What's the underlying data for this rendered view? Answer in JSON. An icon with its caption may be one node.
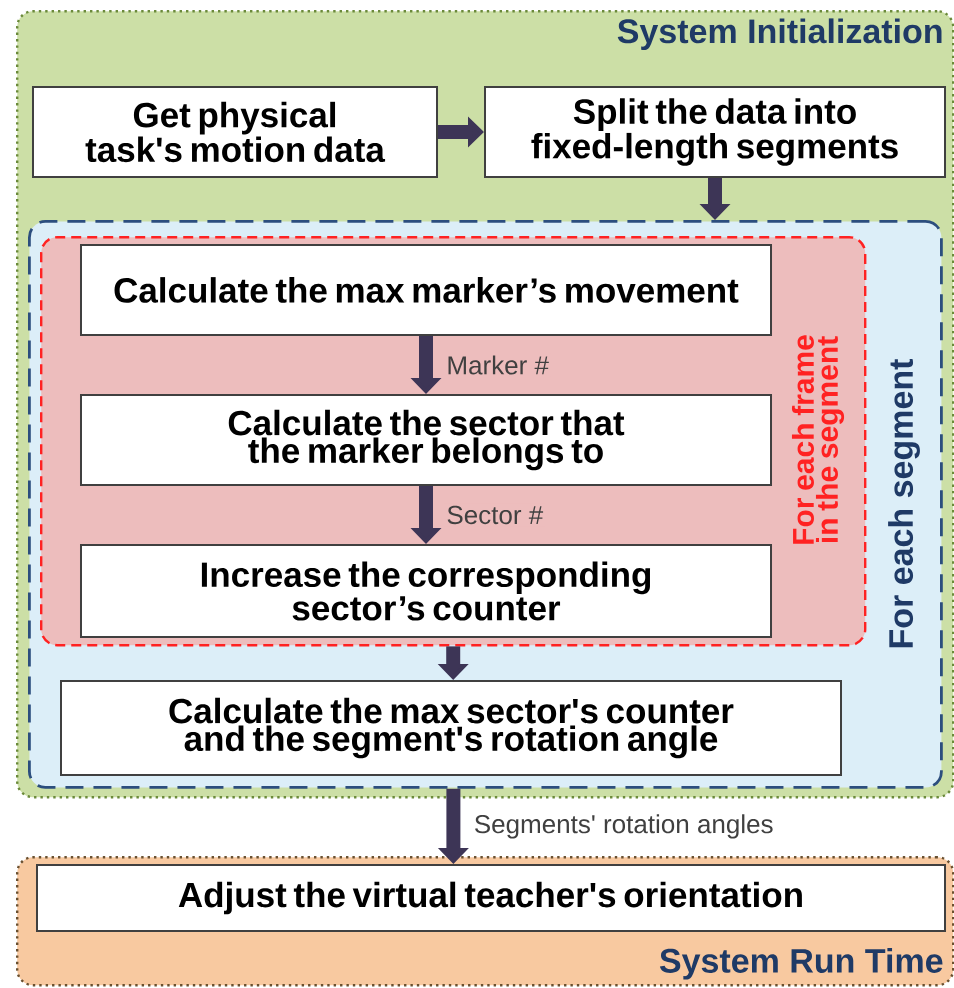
{
  "diagram": {
    "nodes": [
      {
        "text": [
          "System Initialization"
        ]
      },
      {
        "text": [
          "Get physical task's motion data"
        ],
        "in": 0
      },
      {
        "text": [
          "Split the data into fixed-length segments"
        ],
        "in": 0
      },
      {
        "text": [
          "For each segment"
        ],
        "in": 0
      },
      {
        "text": [
          "For each frame in the segment"
        ],
        "in": 3
      },
      {
        "text": [
          "Calculate the max marker’s movement"
        ],
        "in": 4
      },
      {
        "text": [
          "Calculate the sector that the marker belongs to"
        ],
        "in": 4
      },
      {
        "text": [
          "Increase the corresponding sector’s counter"
        ],
        "in": 4
      },
      {
        "text": [
          "Calculate the max sector's counter and the segment's rotation angle"
        ],
        "in": 3
      },
      {
        "text": [
          "System Run Time"
        ]
      },
      {
        "text": [
          "Adjust the virtual teacher's orientation"
        ],
        "in": 9
      }
    ],
    "edges": [
      {
        "from": 1,
        "to": 2,
        "arrow": "to"
      },
      {
        "from": 2,
        "to": 3,
        "arrow": "to"
      },
      {
        "from": 5,
        "to": 6,
        "arrow": "to",
        "label": "Marker #"
      },
      {
        "from": 6,
        "to": 7,
        "arrow": "to",
        "label": "Sector #"
      },
      {
        "from": 4,
        "to": 8,
        "arrow": "to"
      },
      {
        "from": 3,
        "to": 10,
        "arrow": "to",
        "label": "Segments' rotation angles"
      }
    ]
  }
}
